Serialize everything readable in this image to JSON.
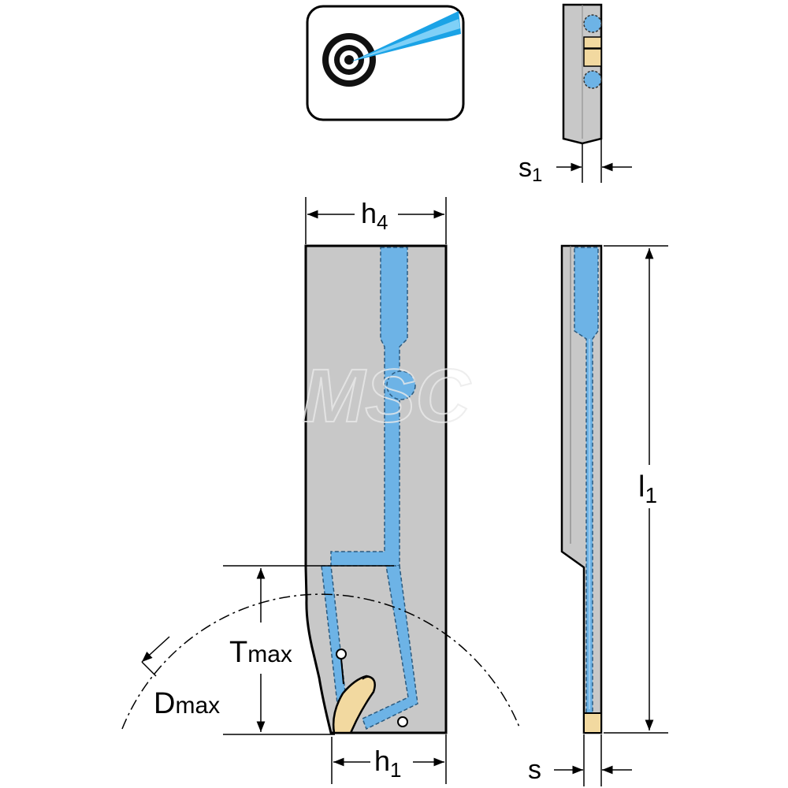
{
  "colors": {
    "body_gray": "#c8c8c8",
    "coolant_blue": "#6db3e6",
    "coolant_blue_light": "#9fd2f3",
    "insert_gold": "#f2d9a0",
    "outline": "#000000",
    "watermark": "#e6e6e6"
  },
  "icon": {
    "name": "precision-coolant-target-icon"
  },
  "watermark": {
    "text": "MSC"
  },
  "labels": {
    "h4": {
      "main": "h",
      "sub": "4"
    },
    "s1": {
      "main": "s",
      "sub": "1"
    },
    "l1": {
      "main": "l",
      "sub": "1"
    },
    "tmax": {
      "main": "T",
      "sub": "max"
    },
    "dmax": {
      "main": "D",
      "sub": "max"
    },
    "h1": {
      "main": "h",
      "sub": "1"
    },
    "s": {
      "main": "s"
    }
  }
}
